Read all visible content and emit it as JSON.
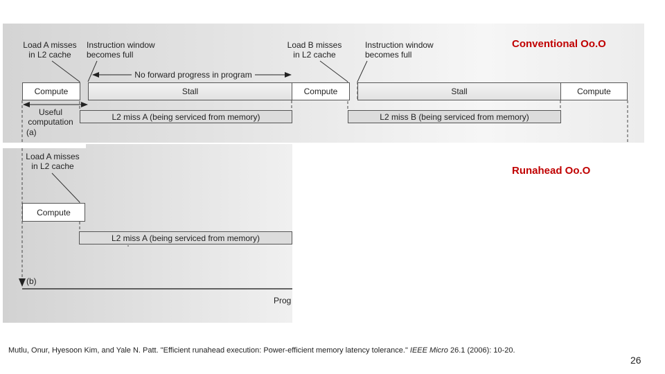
{
  "panel_a": {
    "title": "Conventional Oo.O",
    "load_a_label": [
      "Load A misses",
      "in L2 cache"
    ],
    "window_full_1": [
      "Instruction window",
      "becomes full"
    ],
    "load_b_label": [
      "Load B misses",
      "in L2 cache"
    ],
    "window_full_2": [
      "Instruction window",
      "becomes full"
    ],
    "no_progress": "No forward progress in program",
    "timeline": [
      "Compute",
      "Stall",
      "Compute",
      "Stall",
      "Compute"
    ],
    "miss_a": "L2 miss A (being serviced from memory)",
    "miss_b": "L2 miss B (being serviced from memory)",
    "useful": [
      "Useful",
      "computation"
    ],
    "tag": "(a)"
  },
  "panel_b": {
    "title": "Runahead Oo.O",
    "load_a_label": [
      "Load A misses",
      "in L2 cache"
    ],
    "compute": "Compute",
    "miss_a": "L2 miss A (being serviced from memory)",
    "tag": "(b)",
    "prog_label": "Prog"
  },
  "citation": {
    "prefix": "Mutlu, Onur, Hyesoon Kim, and Yale N. Patt. \"Efficient runahead execution: Power-efficient memory latency tolerance.\" ",
    "journal": "IEEE Micro",
    "suffix": " 26.1 (2006): 10-20."
  },
  "page_number": "26"
}
